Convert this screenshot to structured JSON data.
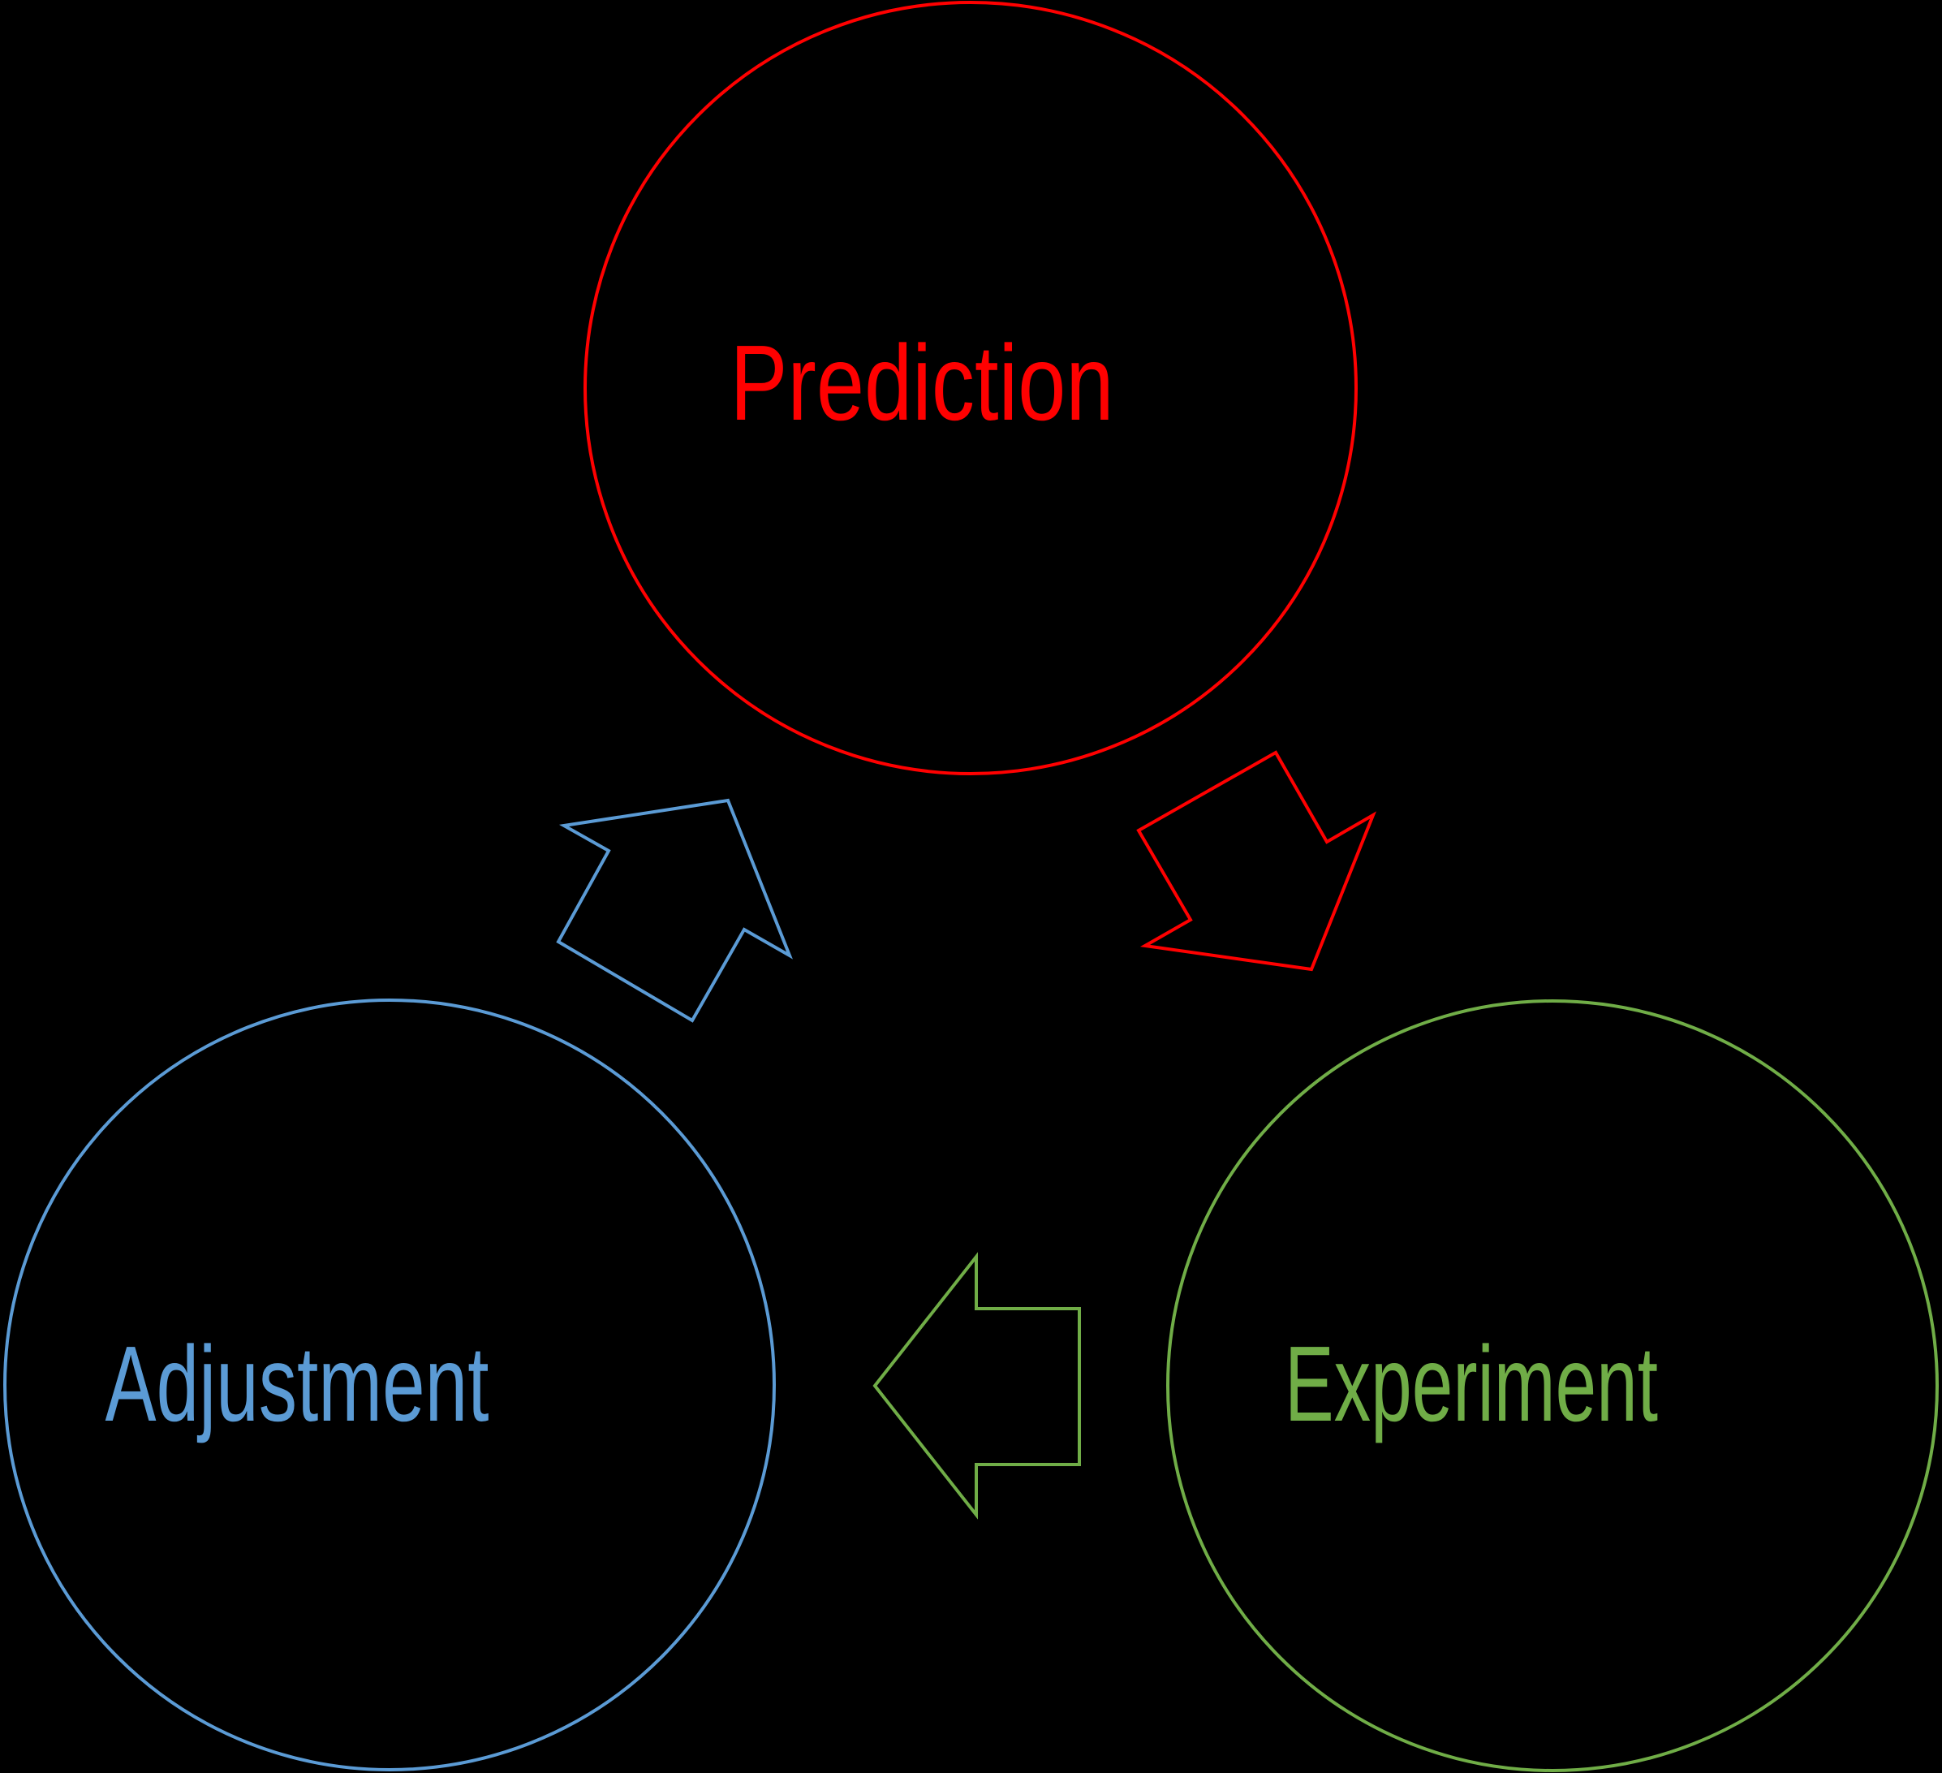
{
  "diagram": {
    "background_color": "#000000",
    "nodes": [
      {
        "label": "Prediction",
        "color": "#FF0000"
      },
      {
        "label": "Adjustment",
        "color": "#5B9BD5"
      },
      {
        "label": "Experiment",
        "color": "#70AD47"
      }
    ],
    "arrows": [
      {
        "name": "prediction-to-experiment",
        "color": "#FF0000"
      },
      {
        "name": "adjustment-to-prediction",
        "color": "#5B9BD5"
      },
      {
        "name": "experiment-to-adjustment",
        "color": "#70AD47"
      }
    ]
  }
}
